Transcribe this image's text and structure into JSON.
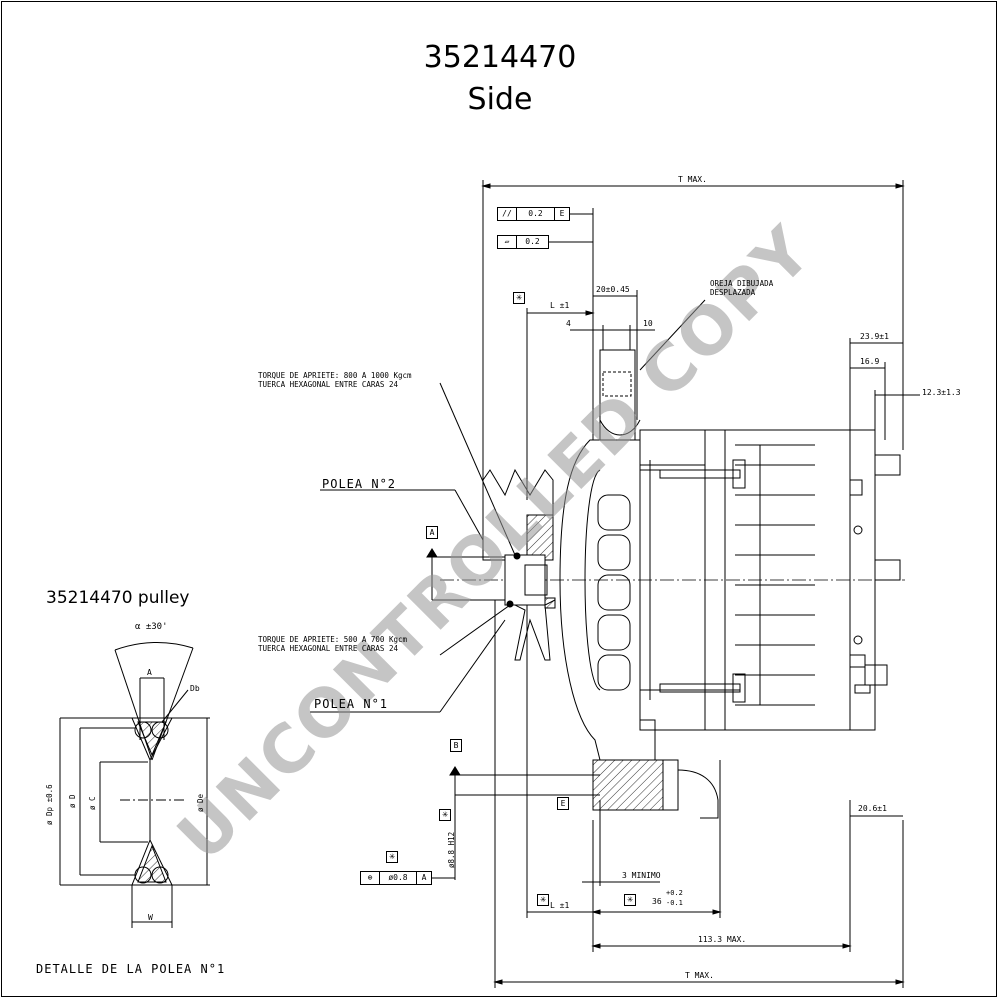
{
  "header": {
    "part_number": "35214470",
    "view": "Side"
  },
  "pulley_detail": {
    "title": "35214470 pulley",
    "caption": "DETALLE DE LA POLEA N°1",
    "labels": {
      "alpha": "α ±30'",
      "a": "A",
      "db": "Db",
      "dp": "ø Dp ±0.6",
      "d": "ø D",
      "c": "ø C",
      "de": "ø De",
      "w": "W"
    }
  },
  "notes": {
    "torque_top_line1": "TORQUE DE APRIETE: 800 A 1000 Kgcm",
    "torque_top_line2": "TUERCA HEXAGONAL ENTRE CARAS 24",
    "torque_bottom_line1": "TORQUE DE APRIETE: 500 A 700 Kgcm",
    "torque_bottom_line2": "TUERCA HEXAGONAL ENTRE CARAS 24",
    "polea2": "POLEA N°2",
    "polea1": "POLEA N°1",
    "oreja_line1": "OREJA DIBUJADA",
    "oreja_line2": "DESPLAZADA",
    "minimo": "3 MINIMO"
  },
  "dimensions": {
    "t_max_top": "T MAX.",
    "t_max_bottom": "T MAX.",
    "twenty": "20±0.45",
    "four": "4",
    "ten": "10",
    "l_top": "L ±1",
    "l_bottom": "L ±1",
    "d239": "23.9±1",
    "d169": "16.9",
    "d123": "12.3±1.3",
    "d206": "20.6±1",
    "d1133": "113.3 MAX.",
    "d36_main": "36",
    "d36_plus": "+0.2",
    "d36_minus": "-0.1",
    "bore": "ø8.8 H12"
  },
  "tolerance_frames": {
    "parallel_value": "0.2",
    "parallel_datum": "E",
    "flatness_value": "0.2",
    "position_value": "ø0.8",
    "position_datum": "A"
  },
  "datums": {
    "a": "A",
    "b": "B",
    "e": "E"
  },
  "watermark": "UNCONTROLLED COPY",
  "colors": {
    "line": "#000000",
    "watermark": "#969696"
  }
}
